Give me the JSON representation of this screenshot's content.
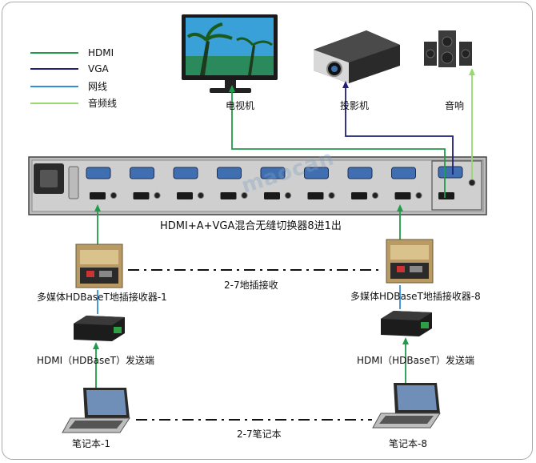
{
  "legend": [
    {
      "label": "HDMI",
      "color": "#1e9c4a"
    },
    {
      "label": "VGA",
      "color": "#1f1f7a"
    },
    {
      "label": "网线",
      "color": "#2f8fd8"
    },
    {
      "label": "音频线",
      "color": "#98d86c"
    }
  ],
  "devices": {
    "tv": "电视机",
    "projector": "投影机",
    "speaker": "音响",
    "switcher": "HDMI+A+VGA混合无缝切换器8进1出",
    "receiver_1": "多媒体HDBaseT地插接收器-1",
    "receiver_8": "多媒体HDBaseT地插接收器-8",
    "receiver_range": "2-7地插接收",
    "sender_1": "HDMI（HDBaseT）发送端",
    "sender_8": "HDMI（HDBaseT）发送端",
    "laptop_1": "笔记本-1",
    "laptop_8": "笔记本-8",
    "laptop_range": "2-7笔记本"
  },
  "watermark": "maocan",
  "colors": {
    "hdmi": "#1e9c4a",
    "vga": "#1f1f7a",
    "lan": "#2f8fd8",
    "audio": "#98d86c"
  }
}
